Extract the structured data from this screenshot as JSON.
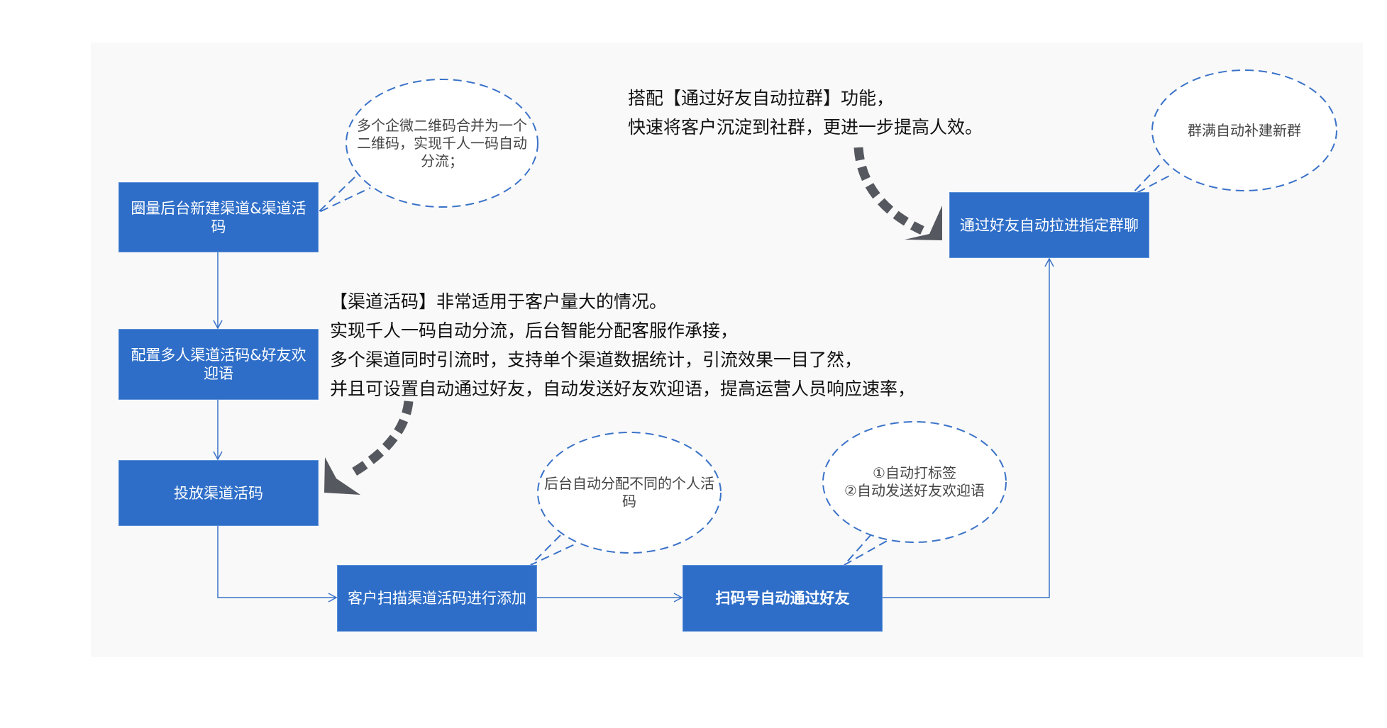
{
  "colors": {
    "box": "#2e6ec8",
    "connector": "#3a72c8",
    "bubble_border": "#3a72c8",
    "thick_arrow": "#55585e"
  },
  "boxes": {
    "create_channel": "圈量后台新建渠道&渠道活码",
    "configure": "配置多人渠道活码&好友欢迎语",
    "deploy": "投放渠道活码",
    "scan": "客户扫描渠道活码进行添加",
    "auto_accept": "扫码号自动通过好友",
    "pull_group": "通过好友自动拉进指定群聊"
  },
  "bubbles": {
    "merge_qr": "多个企微二维码合并为一个二维码，实现千人一码自动分流；",
    "group_full": "群满自动补建新群",
    "assign": "后台自动分配不同的个人活码",
    "auto_tag_line1": "①自动打标签",
    "auto_tag_line2": "②自动发送好友欢迎语"
  },
  "notes": {
    "group_feature": [
      "搭配【通过好友自动拉群】功能，",
      "快速将客户沉淀到社群，更进一步提高人效。"
    ],
    "channel_code": [
      "【渠道活码】非常适用于客户量大的情况。",
      "实现千人一码自动分流，后台智能分配客服作承接，",
      "多个渠道同时引流时，支持单个渠道数据统计，引流效果一目了然，",
      "并且可设置自动通过好友，自动发送好友欢迎语，提高运营人员响应速率，"
    ]
  }
}
